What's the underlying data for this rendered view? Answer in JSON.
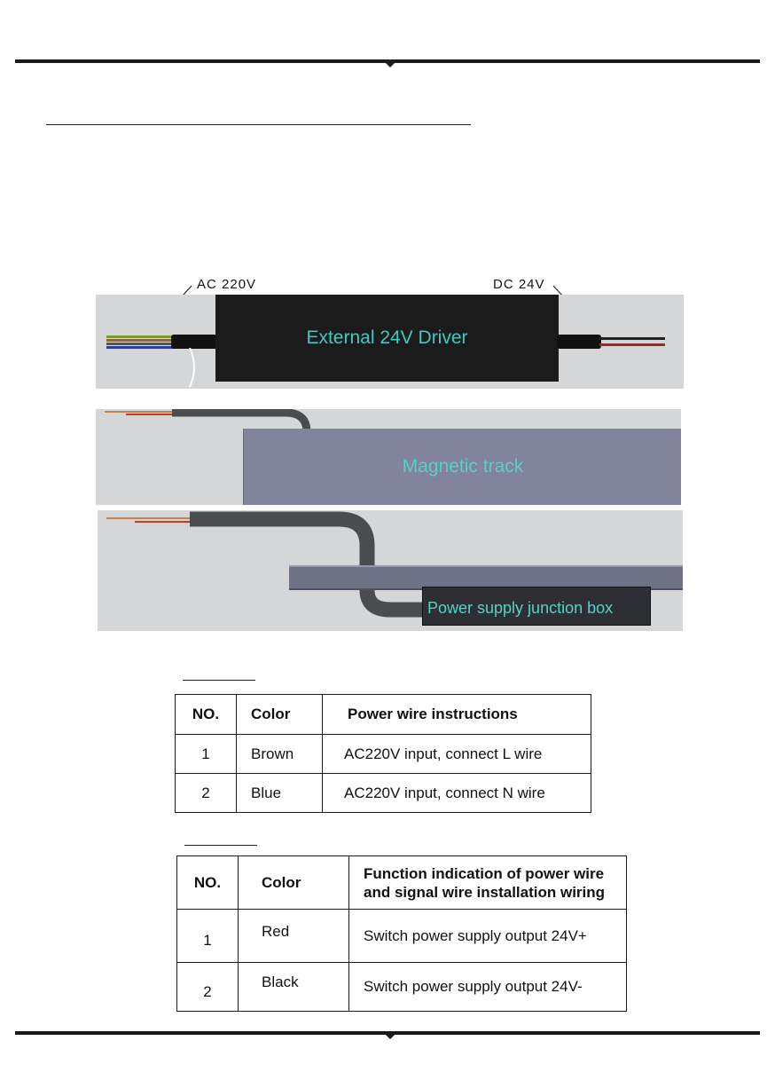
{
  "diagram": {
    "callouts": {
      "ac": "AC 220V",
      "dc": "DC 24V"
    },
    "driver_label": "External 24V Driver",
    "track_label": "Magnetic track",
    "junction_box_label": "Power supply junction box"
  },
  "table1": {
    "headers": [
      "NO.",
      "Color",
      "Power wire instructions"
    ],
    "rows": [
      [
        "1",
        "Brown",
        "AC220V input, connect L wire"
      ],
      [
        "2",
        "Blue",
        "AC220V input, connect N wire"
      ]
    ]
  },
  "table2": {
    "headers": [
      "NO.",
      "Color",
      "Function indication of power wire",
      "and signal wire installation wiring"
    ],
    "rows": [
      [
        "1",
        "Red",
        "Switch power supply output 24V+"
      ],
      [
        "2",
        "Black",
        "Switch power supply output 24V-"
      ]
    ]
  },
  "colors": {
    "label_teal": "#3fc9c0",
    "panel_gray": "#d4d6d8",
    "track_purple": "#81849b",
    "driver_black": "#1b1b1b"
  }
}
